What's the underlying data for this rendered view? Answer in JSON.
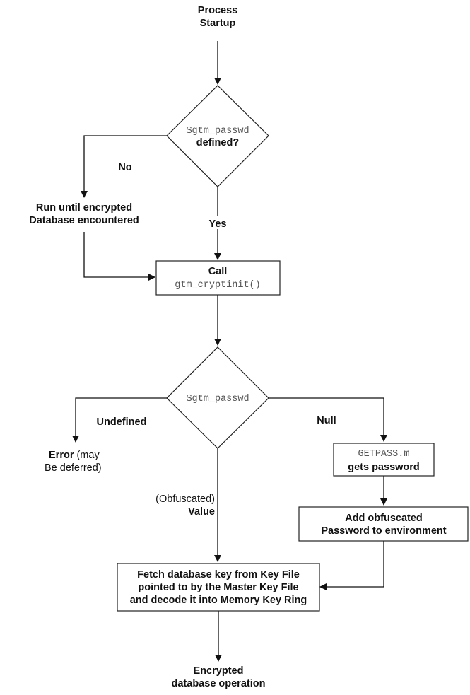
{
  "nodes": {
    "start": [
      "Process",
      "Startup"
    ],
    "decision1": {
      "mono": "$gtm_passwd",
      "text": "defined?"
    },
    "run_until": [
      "Run until encrypted",
      "Database encountered"
    ],
    "call_box": {
      "text": "Call",
      "mono": "gtm_cryptinit()"
    },
    "decision2": {
      "mono": "$gtm_passwd"
    },
    "error": {
      "bold": "Error",
      "rest1": "(may",
      "rest2": "Be deferred)"
    },
    "getpass_box": {
      "mono": "GETPASS.m",
      "text": "gets password"
    },
    "add_box": [
      "Add obfuscated",
      "Password to environment"
    ],
    "fetch_box": [
      "Fetch database key from Key File",
      "pointed to by the Master Key File",
      "and decode it into Memory Key Ring"
    ],
    "end": [
      "Encrypted",
      "database operation"
    ]
  },
  "edges": {
    "no": "No",
    "yes": "Yes",
    "undefined": "Undefined",
    "null": "Null",
    "value": [
      "(Obfuscated)",
      "Value"
    ]
  }
}
